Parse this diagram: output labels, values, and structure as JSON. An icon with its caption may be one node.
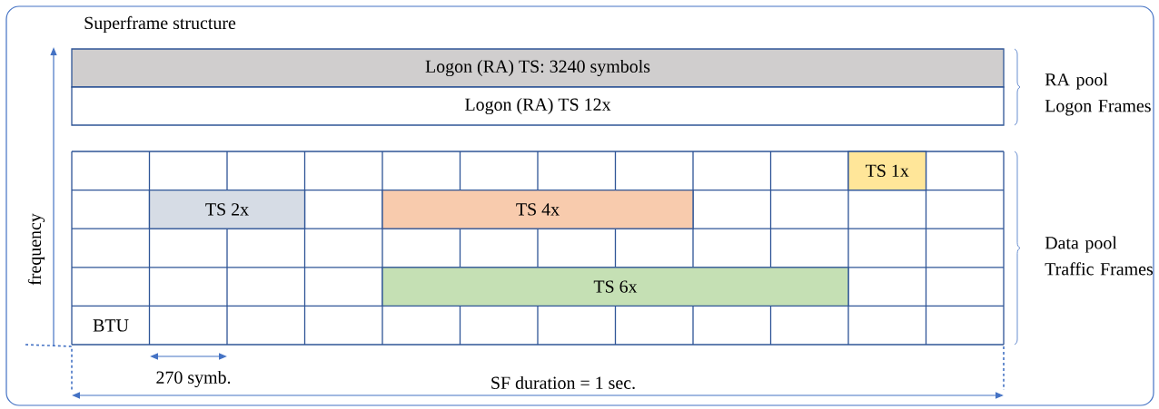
{
  "diagram": {
    "title": "Superframe structure",
    "nodes": [
      {
        "text": [
          "Logon (RA) TS: 3240 symbols"
        ]
      },
      {
        "text": [
          "Logon (RA) TS 12x"
        ]
      },
      {
        "text": [
          "TS 1x"
        ]
      },
      {
        "text": [
          "TS 2x"
        ]
      },
      {
        "text": [
          "TS 4x"
        ]
      },
      {
        "text": [
          "TS 6x"
        ]
      }
    ],
    "labels": [
      "RA pool Logon Frames",
      "frequency",
      "Data pool Traffic Frames",
      "BTU",
      "270 symb.",
      "SF duration = 1 sec."
    ]
  }
}
